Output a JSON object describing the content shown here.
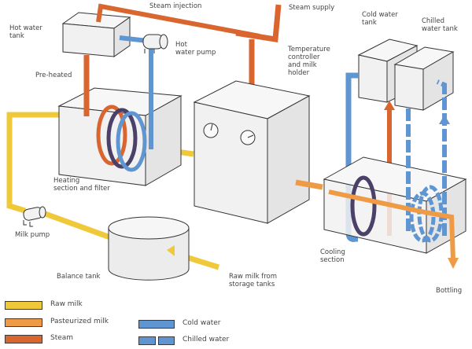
{
  "colors": {
    "raw_milk": "#f0c93a",
    "pasteurized_milk": "#ef9a45",
    "steam": "#d9662f",
    "cold_water": "#5f95d1",
    "chilled_water": "#5f95d1",
    "mixed_coil": "#4b4068"
  },
  "labels": {
    "steam_injection": "Steam injection",
    "steam_supply": "Steam supply",
    "hot_water_tank": "Hot water\ntank",
    "hot_water_pump": "Hot\nwater pump",
    "pre_heated": "Pre-heated",
    "temperature_controller": "Temperature\ncontroller\nand milk\nholder",
    "cold_water_tank": "Cold water\ntank",
    "chilled_water_tank": "Chilled\nwater tank",
    "heating_section": "Heating\nsection and filter",
    "milk_pump": "Milk pump",
    "balance_tank": "Balance tank",
    "raw_milk_from": "Raw milk from\nstorage tanks",
    "cooling_section": "Cooling\nsection",
    "bottling": "Bottling"
  },
  "legend": {
    "items": [
      {
        "label": "Raw milk",
        "key": "raw_milk",
        "style": "solid"
      },
      {
        "label": "Pasteurized milk",
        "key": "pasteurized_milk",
        "style": "solid"
      },
      {
        "label": "Steam",
        "key": "steam",
        "style": "solid"
      },
      {
        "label": "Cold water",
        "key": "cold_water",
        "style": "solid"
      },
      {
        "label": "Chilled water",
        "key": "chilled_water",
        "style": "dashed"
      }
    ]
  }
}
